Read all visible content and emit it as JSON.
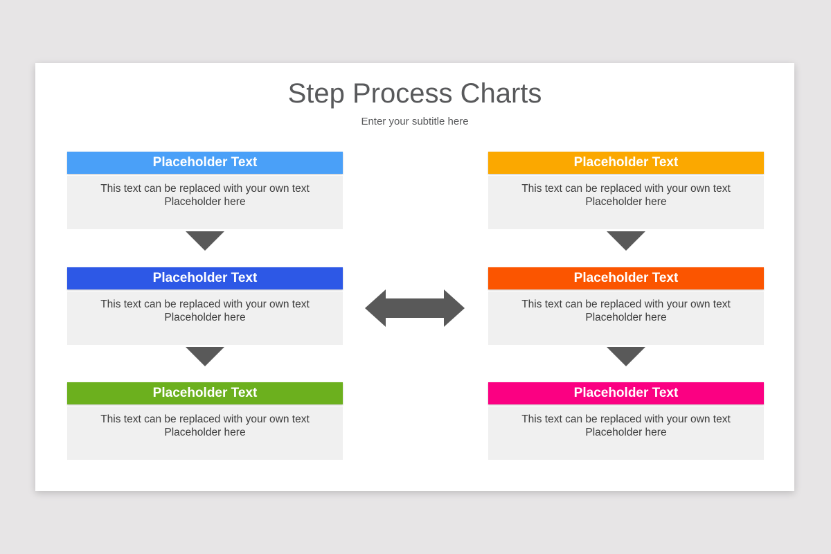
{
  "slide": {
    "title": "Step Process Charts",
    "subtitle": "Enter your subtitle here",
    "background": "#ffffff",
    "page_background": "#e7e5e6",
    "title_color": "#58595b"
  },
  "boxes": [
    {
      "position": "left-1",
      "title": "Placeholder Text",
      "body_line1": "This text can be replaced with your own text",
      "body_line2": "Placeholder here",
      "color": "#4aa0f8"
    },
    {
      "position": "left-2",
      "title": "Placeholder Text",
      "body_line1": "This text can be replaced with your own text",
      "body_line2": "Placeholder here",
      "color": "#2d58e6"
    },
    {
      "position": "left-3",
      "title": "Placeholder Text",
      "body_line1": "This text can be replaced with your own text",
      "body_line2": "Placeholder here",
      "color": "#6cb01e"
    },
    {
      "position": "right-1",
      "title": "Placeholder Text",
      "body_line1": "This text can be replaced with your own text",
      "body_line2": "Placeholder here",
      "color": "#fba800"
    },
    {
      "position": "right-2",
      "title": "Placeholder Text",
      "body_line1": "This text can be replaced with your own text",
      "body_line2": "Placeholder here",
      "color": "#fb5500"
    },
    {
      "position": "right-3",
      "title": "Placeholder Text",
      "body_line1": "This text can be replaced with your own text",
      "body_line2": "Placeholder here",
      "color": "#fb0082"
    }
  ],
  "connectors": {
    "color": "#595959",
    "body_background": "#f0f0f0",
    "icons": {
      "down_arrow": "down-arrow-icon",
      "double_arrow": "double-arrow-icon"
    }
  }
}
